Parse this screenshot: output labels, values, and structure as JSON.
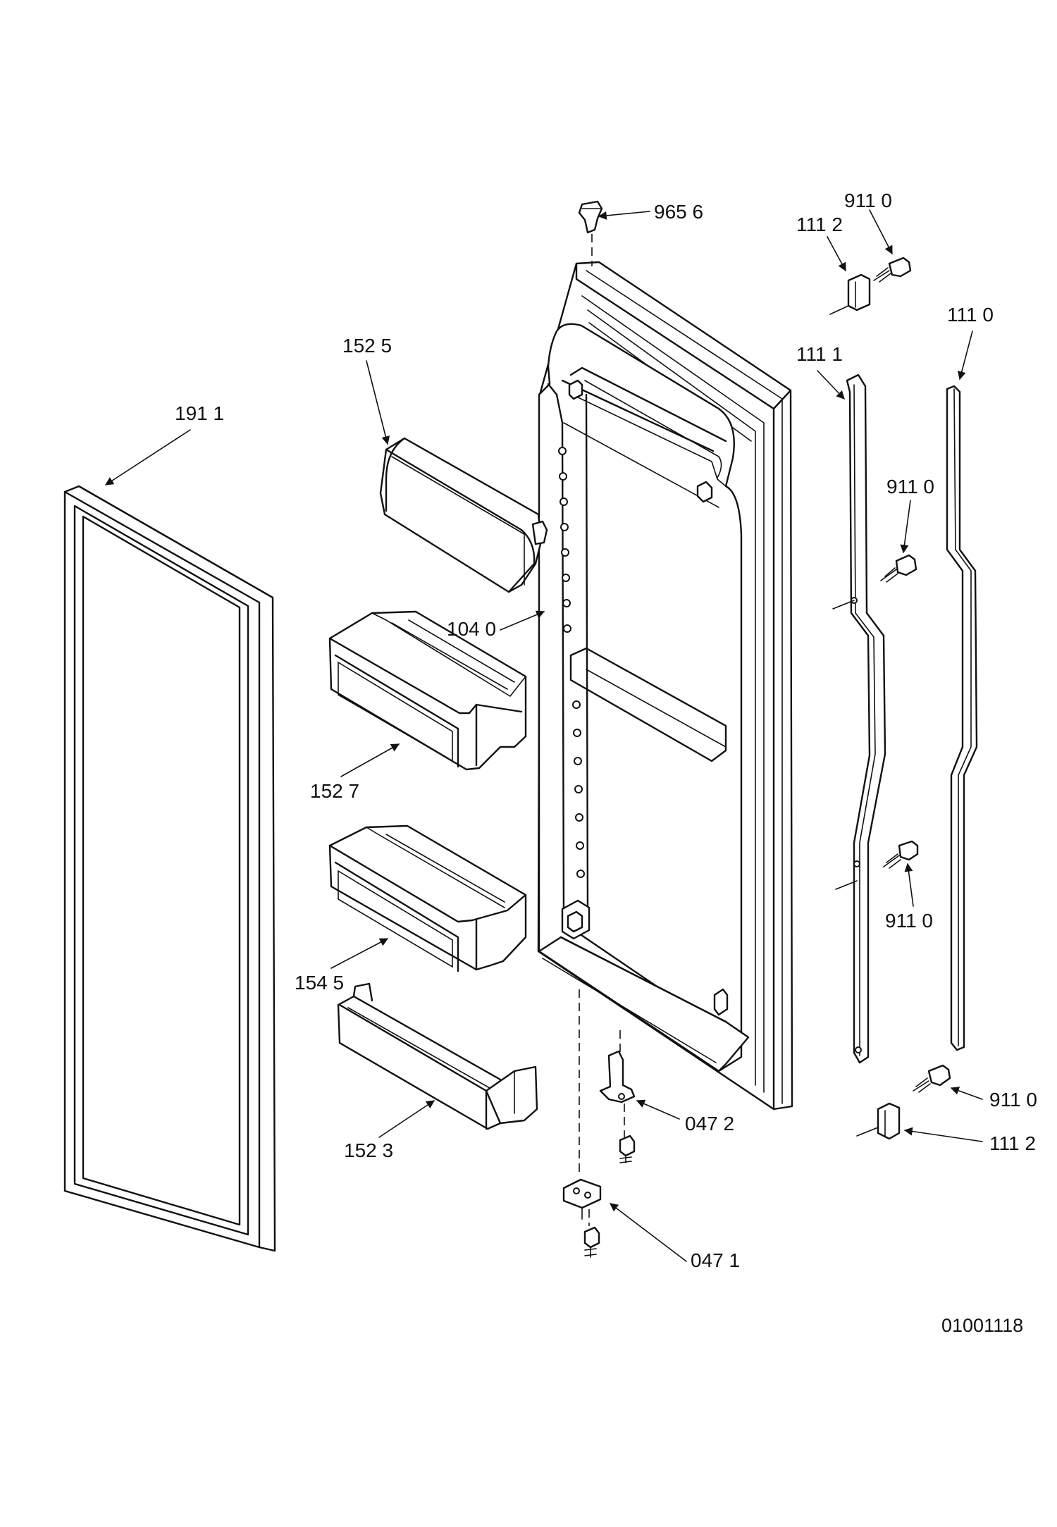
{
  "diagram": {
    "drawing_number": "01001118",
    "callouts": {
      "part_9656": "965 6",
      "part_9110_top": "911 0",
      "part_1112_top": "111 2",
      "part_1110": "111 0",
      "part_1111": "111 1",
      "part_1525": "152 5",
      "part_1911": "191 1",
      "part_9110_mid": "911 0",
      "part_1040": "104 0",
      "part_1527": "152 7",
      "part_9110_low": "911 0",
      "part_1545": "154 5",
      "part_9110_bot": "911 0",
      "part_1112_bot": "111 2",
      "part_1523": "152 3",
      "part_0472": "047 2",
      "part_0471": "047 1"
    }
  }
}
